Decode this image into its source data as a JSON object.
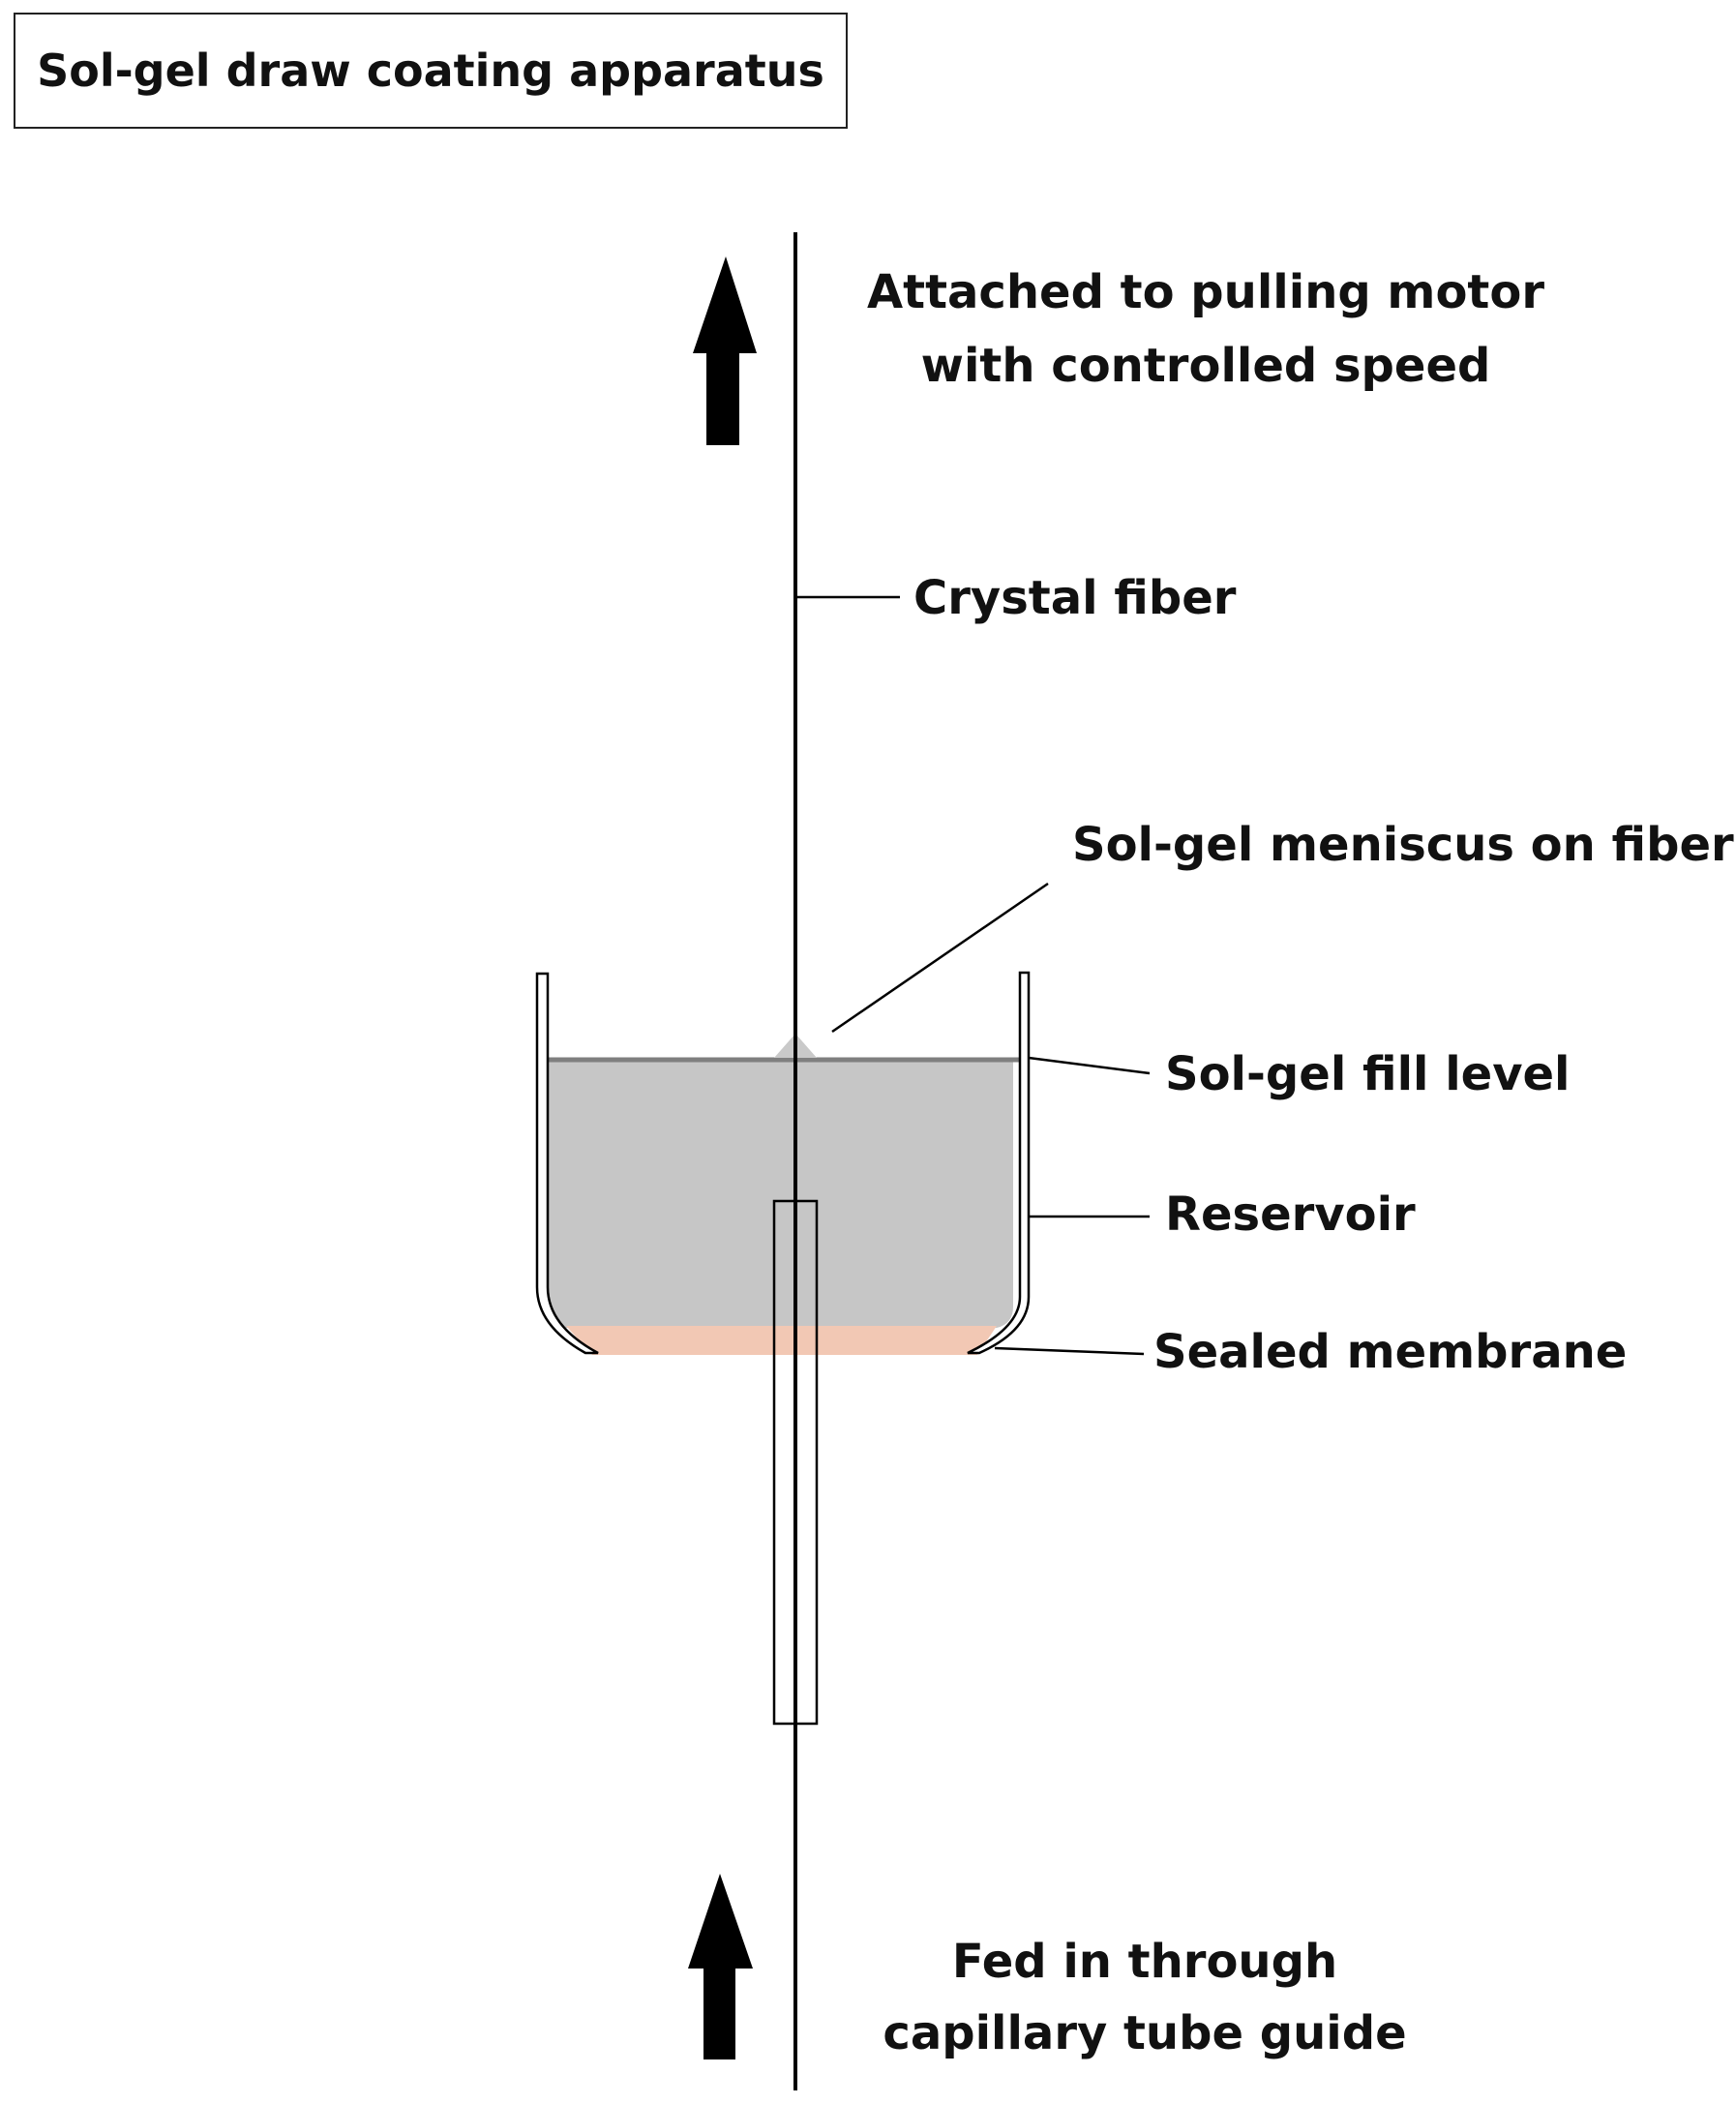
{
  "title": "Sol-gel draw coating apparatus",
  "labels": {
    "top_line1": "Attached to pulling motor",
    "top_line2": "with controlled speed",
    "crystal_fiber": "Crystal fiber",
    "meniscus": "Sol-gel meniscus on fiber",
    "fill_level": "Sol-gel fill level",
    "reservoir": "Reservoir",
    "membrane": "Sealed membrane",
    "bottom_line1": "Fed in through",
    "bottom_line2": "capillary tube guide"
  },
  "colors": {
    "sol_gel": "#c6c6c6",
    "membrane": "#f2c8b4",
    "lines": "#000000"
  }
}
